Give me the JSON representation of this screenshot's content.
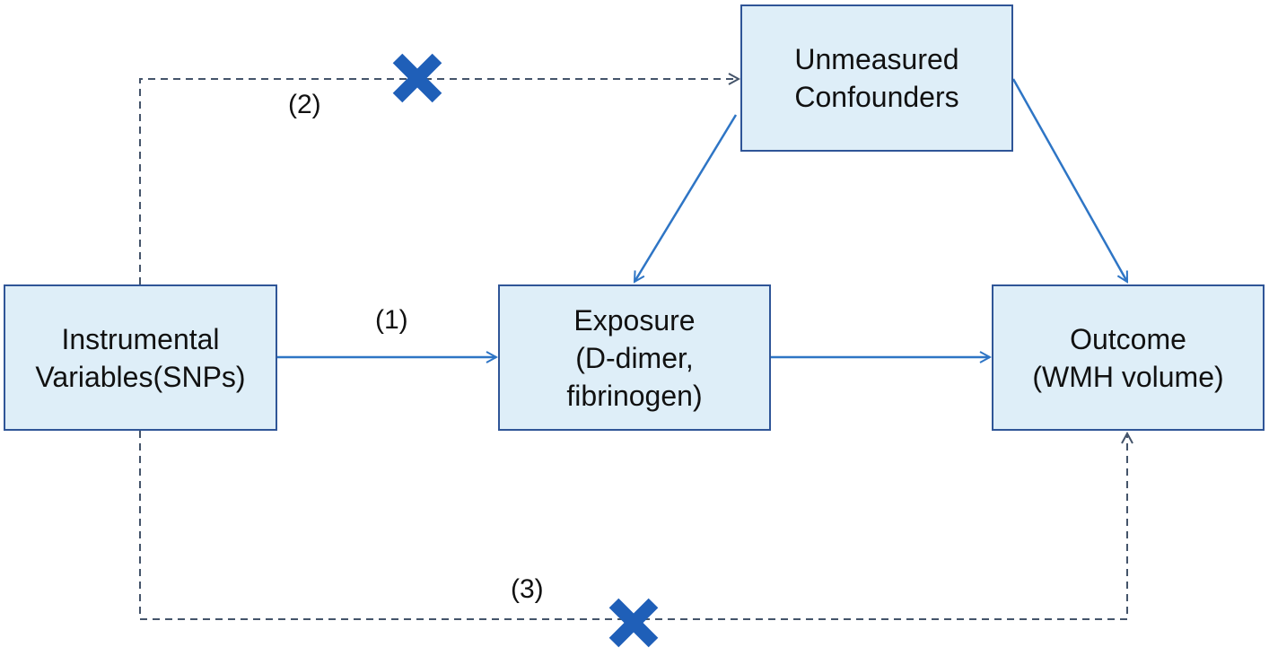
{
  "nodes": {
    "instrumental": {
      "line1": "Instrumental",
      "line2": "Variables(SNPs)"
    },
    "exposure": {
      "line1": "Exposure",
      "line2": "(D-dimer,",
      "line3": "fibrinogen)"
    },
    "outcome": {
      "line1": "Outcome",
      "line2": "(WMH volume)"
    },
    "confounders": {
      "line1": "Unmeasured",
      "line2": "Confounders"
    }
  },
  "paths": {
    "p1": "(1)",
    "p2": "(2)",
    "p3": "(3)"
  },
  "colors": {
    "box_fill": "#deeef8",
    "box_border": "#2f5597",
    "arrow": "#2e75c5",
    "dashed": "#44546a",
    "cross": "#1f5fb8"
  }
}
